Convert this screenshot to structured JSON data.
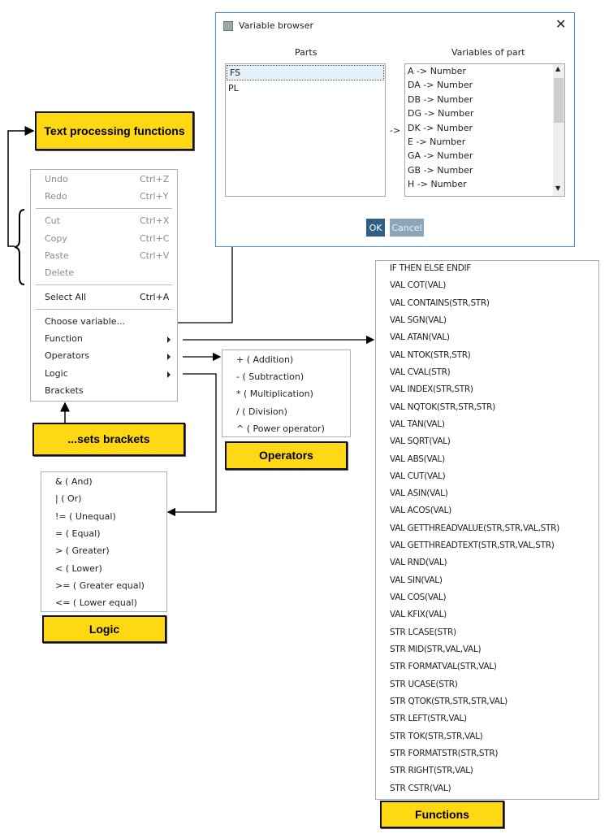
{
  "dialog": {
    "title": "Variable browser",
    "parts_label": "Parts",
    "variables_label": "Variables of part",
    "arrow": "->",
    "parts": [
      "FS",
      "PL"
    ],
    "selected_part": "FS",
    "variables": [
      "A -> Number",
      "DA -> Number",
      "DB -> Number",
      "DG -> Number",
      "DK -> Number",
      "E -> Number",
      "GA -> Number",
      "GB -> Number",
      "H -> Number"
    ],
    "ok": "OK",
    "cancel": "Cancel"
  },
  "context_menu": {
    "items": [
      {
        "label": "Undo",
        "shortcut": "Ctrl+Z",
        "disabled": true
      },
      {
        "label": "Redo",
        "shortcut": "Ctrl+Y",
        "disabled": true
      },
      {
        "label": "Cut",
        "shortcut": "Ctrl+X",
        "disabled": true
      },
      {
        "label": "Copy",
        "shortcut": "Ctrl+C",
        "disabled": true
      },
      {
        "label": "Paste",
        "shortcut": "Ctrl+V",
        "disabled": true
      },
      {
        "label": "Delete",
        "shortcut": "",
        "disabled": true
      },
      {
        "label": "Select All",
        "shortcut": "Ctrl+A",
        "disabled": false
      },
      {
        "label": "Choose variable...",
        "shortcut": "",
        "disabled": false
      },
      {
        "label": "Function",
        "shortcut": "",
        "disabled": false,
        "submenu": true
      },
      {
        "label": "Operators",
        "shortcut": "",
        "disabled": false,
        "submenu": true
      },
      {
        "label": "Logic",
        "shortcut": "",
        "disabled": false,
        "submenu": true
      },
      {
        "label": "Brackets",
        "shortcut": "",
        "disabled": false
      }
    ]
  },
  "operators": [
    "+ ( Addition)",
    "- ( Subtraction)",
    "* ( Multiplication)",
    "/ ( Division)",
    "^ ( Power operator)"
  ],
  "logic": [
    "& ( And)",
    "| ( Or)",
    "!= ( Unequal)",
    "= ( Equal)",
    "> ( Greater)",
    "< ( Lower)",
    ">= ( Greater equal)",
    "<= ( Lower equal)"
  ],
  "functions": [
    "IF THEN ELSE ENDIF",
    "VAL COT(VAL)",
    "VAL CONTAINS(STR,STR)",
    "VAL SGN(VAL)",
    "VAL ATAN(VAL)",
    "VAL NTOK(STR,STR)",
    "VAL CVAL(STR)",
    "VAL INDEX(STR,STR)",
    "VAL NQTOK(STR,STR,STR)",
    "VAL TAN(VAL)",
    "VAL SQRT(VAL)",
    "VAL ABS(VAL)",
    "VAL CUT(VAL)",
    "VAL ASIN(VAL)",
    "VAL ACOS(VAL)",
    "VAL GETTHREADVALUE(STR,STR,VAL,STR)",
    "VAL GETTHREADTEXT(STR,STR,VAL,STR)",
    "VAL RND(VAL)",
    "VAL SIN(VAL)",
    "VAL COS(VAL)",
    "VAL KFIX(VAL)",
    "STR LCASE(STR)",
    "STR MID(STR,VAL,VAL)",
    "STR FORMATVAL(STR,VAL)",
    "STR UCASE(STR)",
    "STR QTOK(STR,STR,STR,VAL)",
    "STR LEFT(STR,VAL)",
    "STR TOK(STR,STR,VAL)",
    "STR FORMATSTR(STR,STR)",
    "STR RIGHT(STR,VAL)",
    "STR CSTR(VAL)"
  ],
  "callouts": {
    "text_processing": "Text processing functions",
    "sets_brackets": "...sets brackets",
    "operators": "Operators",
    "logic": "Logic",
    "functions": "Functions"
  },
  "colors": {
    "callout": "#ffd814",
    "accent": "#2a6496"
  }
}
